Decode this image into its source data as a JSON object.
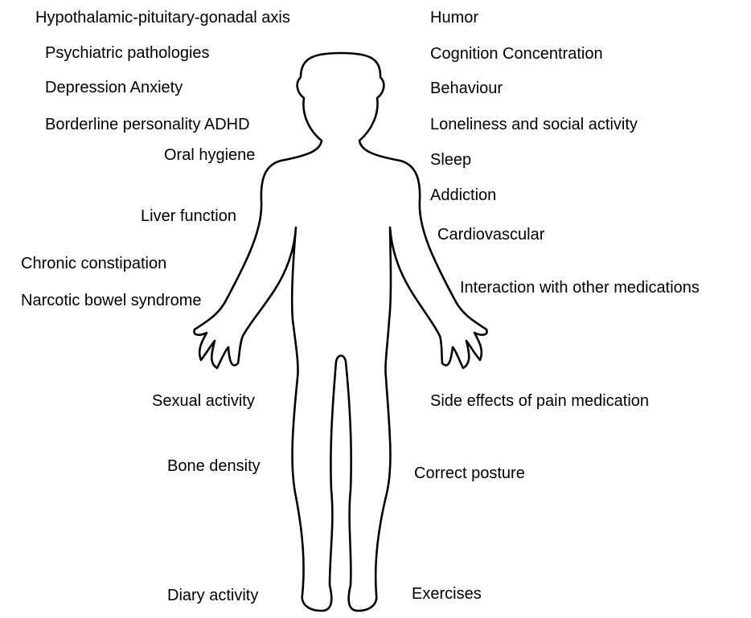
{
  "left_labels": [
    "Hypothalamic-pituitary-gonadal axis",
    "Psychiatric pathologies",
    "Depression Anxiety",
    "Borderline personality ADHD",
    "Oral hygiene",
    "Liver function",
    "Chronic constipation",
    "Narcotic bowel syndrome",
    "Sexual activity",
    "Bone density",
    "Diary activity"
  ],
  "right_labels": [
    "Humor",
    "Cognition Concentration",
    "Behaviour",
    "Loneliness and social activity",
    "Sleep",
    "Addiction",
    "Cardiovascular",
    "Interaction with other medications",
    "Side effects of pain medication",
    "Correct posture",
    "Exercises"
  ],
  "colors": {
    "text": "#000000",
    "outline": "#000000",
    "background": "#ffffff"
  }
}
